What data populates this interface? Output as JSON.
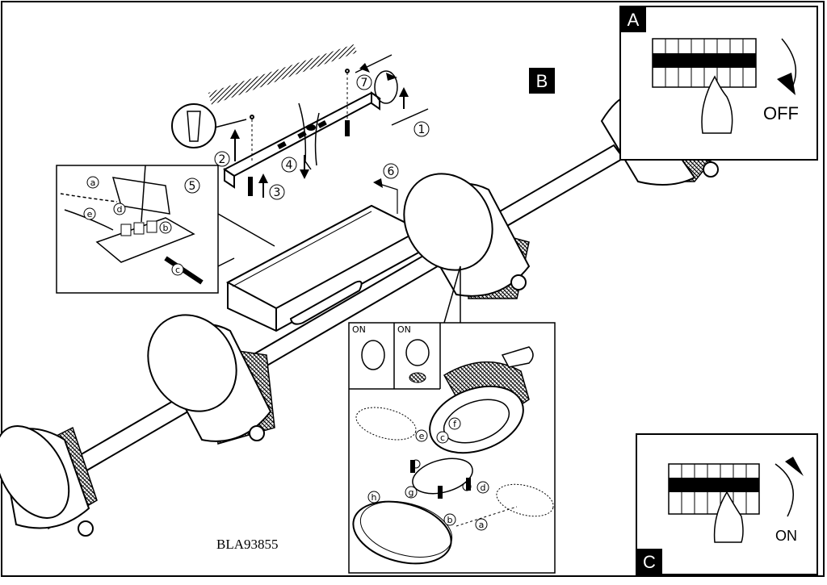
{
  "model_code": "BLA93855",
  "panels": {
    "a": {
      "tag": "A",
      "action": "OFF"
    },
    "b": {
      "tag": "B"
    },
    "c": {
      "tag": "C",
      "action": "ON"
    }
  },
  "steps": [
    "1",
    "2",
    "3",
    "4",
    "5",
    "6",
    "7"
  ],
  "wiring_labels": [
    "a",
    "b",
    "c",
    "d",
    "e"
  ],
  "spot_labels": [
    "a",
    "b",
    "c",
    "d",
    "e",
    "f",
    "g",
    "h"
  ],
  "bulb_labels": [
    "ON",
    "ON"
  ]
}
